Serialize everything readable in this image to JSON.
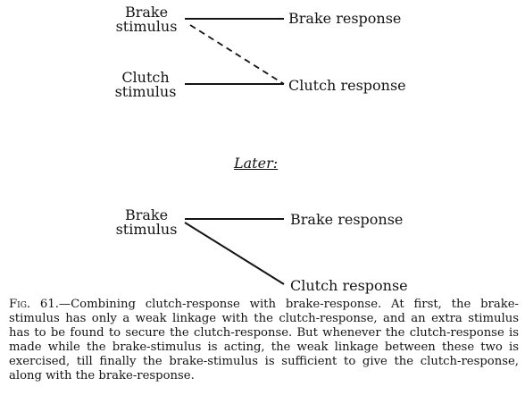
{
  "diagram_top": {
    "brake_stimulus": [
      "Brake",
      "stimulus"
    ],
    "clutch_stimulus": [
      "Clutch",
      "stimulus"
    ],
    "brake_response": "Brake response",
    "clutch_response": "Clutch response"
  },
  "section_heading": "Later:",
  "diagram_bottom": {
    "brake_stimulus": [
      "Brake",
      "stimulus"
    ],
    "brake_response": "Brake response",
    "clutch_response": "Clutch response"
  },
  "caption": {
    "figure_number": "Fig. 61.",
    "text": "—Combining clutch-response with brake-response. At first, the brake-stimulus has only a weak linkage with the clutch-response, and an extra stimulus has to be found to secure the clutch-response. But whenever the clutch-response is made while the brake-stimulus is acting, the weak linkage between these two is exercised, till finally the brake-stimulus is sufficient to give the clutch-response, along with the brake-response."
  }
}
